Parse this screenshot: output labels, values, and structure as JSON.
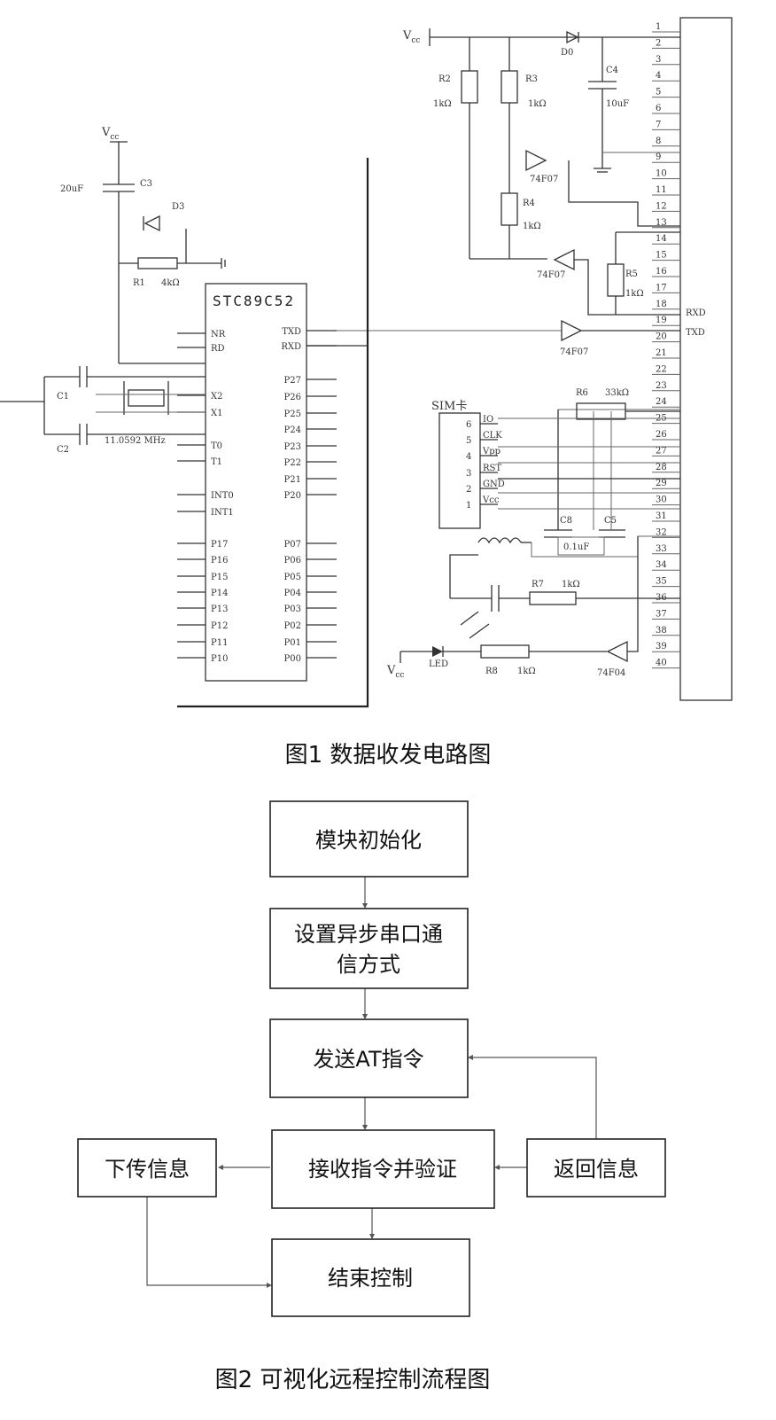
{
  "figure1": {
    "caption": "图1  数据收发电路图",
    "chip": {
      "name": "STC89C52",
      "left_pins": [
        "NR",
        "RD",
        "X2",
        "X1",
        "T0",
        "T1",
        "INT0",
        "INT1",
        "P17",
        "P16",
        "P15",
        "P14",
        "P13",
        "P12",
        "P11",
        "P10"
      ],
      "right_pins": [
        "TXD",
        "RXD",
        "P27",
        "P26",
        "P25",
        "P24",
        "P23",
        "P22",
        "P21",
        "P20",
        "P07",
        "P06",
        "P05",
        "P04",
        "P03",
        "P02",
        "P01",
        "P00"
      ]
    },
    "components": {
      "vcc": "V",
      "vcc_sub": "cc",
      "c3_value": "20uF",
      "c3_name": "C3",
      "d3": "D3",
      "r1_name": "R1",
      "r1_value": "4kΩ",
      "c1": "C1",
      "c2": "C2",
      "crystal": "11.0592 MHz",
      "r2_name": "R2",
      "r2_value": "1kΩ",
      "r3_name": "R3",
      "r3_value": "1kΩ",
      "r4_name": "R4",
      "r4_value": "1kΩ",
      "r5_name": "R5",
      "r5_value": "1kΩ",
      "d0": "D0",
      "c4_name": "C4",
      "c4_value": "10uF",
      "buf1": "74F07",
      "buf2": "74F07",
      "buf3": "74F07",
      "buf4": "74F04",
      "rxd": "RXD",
      "txd": "TXD",
      "sim_label": "SIM卡",
      "sim_pins": [
        "IO",
        "CLK",
        "Vpp",
        "RST",
        "GND",
        "Vcc"
      ],
      "sim_nums": [
        "6",
        "5",
        "4",
        "3",
        "2",
        "1"
      ],
      "r6_name": "R6",
      "r6_value": "33kΩ",
      "c8": "C8",
      "c5": "C5",
      "c_value": "0.1uF",
      "r7_name": "R7",
      "r7_value": "1kΩ",
      "r8_name": "R8",
      "r8_value": "1kΩ",
      "led": "LED"
    },
    "connector_pins": [
      "1",
      "2",
      "3",
      "4",
      "5",
      "6",
      "7",
      "8",
      "9",
      "10",
      "11",
      "12",
      "13",
      "14",
      "15",
      "16",
      "17",
      "18",
      "19",
      "20",
      "21",
      "22",
      "23",
      "24",
      "25",
      "26",
      "27",
      "28",
      "29",
      "30",
      "31",
      "32",
      "33",
      "34",
      "35",
      "36",
      "37",
      "38",
      "39",
      "40"
    ]
  },
  "figure2": {
    "caption": "图2  可视化远程控制流程图",
    "boxes": {
      "init": "模块初始化",
      "setup_line1": "设置异步串口通",
      "setup_line2": "信方式",
      "send": "发送AT指令",
      "receive": "接收指令并验证",
      "download": "下传信息",
      "return": "返回信息",
      "end": "结束控制"
    }
  }
}
